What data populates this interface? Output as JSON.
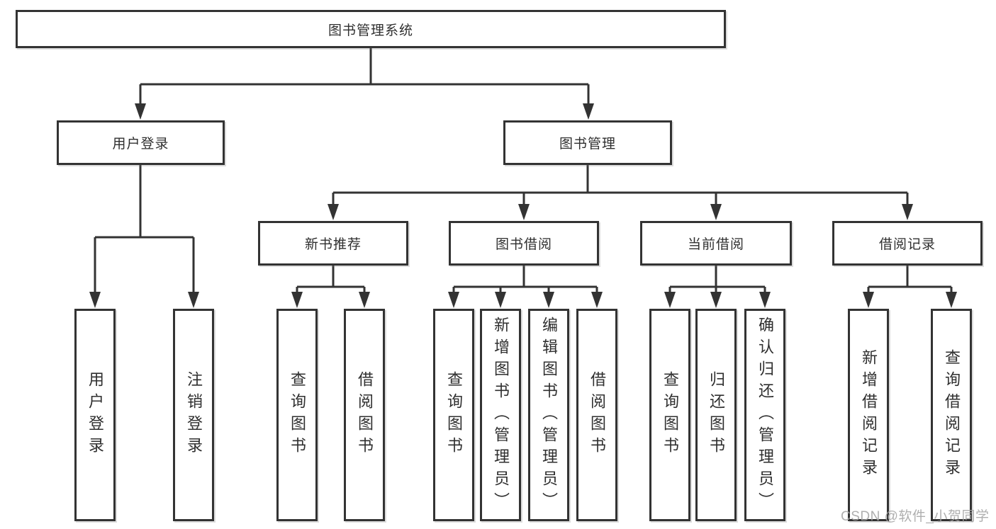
{
  "diagram": {
    "root": {
      "label": "图书管理系统",
      "children": [
        {
          "label": "用户登录",
          "children": [
            {
              "label": "用户登录"
            },
            {
              "label": "注销登录"
            }
          ]
        },
        {
          "label": "图书管理",
          "children": [
            {
              "label": "新书推荐",
              "children": [
                {
                  "label": "查询图书"
                },
                {
                  "label": "借阅图书"
                }
              ]
            },
            {
              "label": "图书借阅",
              "children": [
                {
                  "label": "查询图书"
                },
                {
                  "label": "新增图书（管理员）"
                },
                {
                  "label": "编辑图书（管理员）"
                },
                {
                  "label": "借阅图书"
                }
              ]
            },
            {
              "label": "当前借阅",
              "children": [
                {
                  "label": "查询图书"
                },
                {
                  "label": "归还图书"
                },
                {
                  "label": "确认归还（管理员）"
                }
              ]
            },
            {
              "label": "借阅记录",
              "children": [
                {
                  "label": "新增借阅记录"
                },
                {
                  "label": "查询借阅记录"
                }
              ]
            }
          ]
        }
      ]
    }
  },
  "watermark": {
    "text": "CSDN @软件_小贺同学"
  },
  "colors": {
    "line": "#333333",
    "text": "#2f2f2f",
    "watermark": "#a4a4a4",
    "background": "#ffffff"
  }
}
